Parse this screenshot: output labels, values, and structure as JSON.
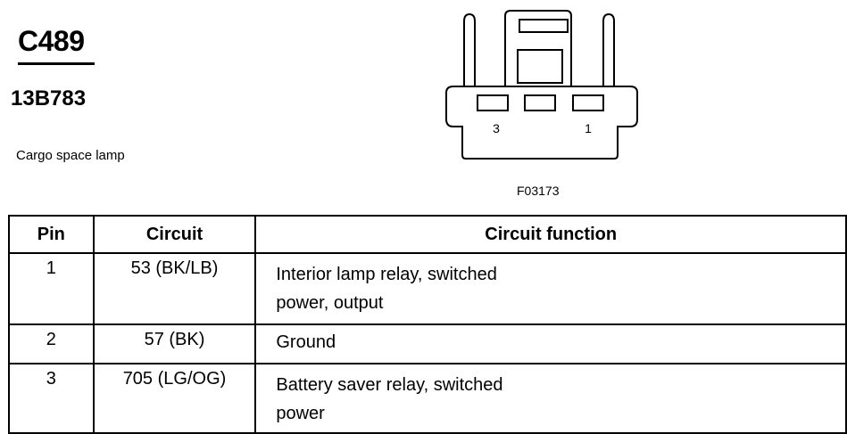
{
  "connector": {
    "id": "C489",
    "part_number": "13B783",
    "description": "Cargo space lamp",
    "figure_code": "F03173",
    "pin_labels": {
      "left": "3",
      "right": "1"
    }
  },
  "table": {
    "headers": {
      "pin": "Pin",
      "circuit": "Circuit",
      "function": "Circuit function"
    },
    "rows": [
      {
        "pin": "1",
        "circuit": "53 (BK/LB)",
        "function_line1": "Interior lamp relay, switched",
        "function_line2": "power, output"
      },
      {
        "pin": "2",
        "circuit": "57 (BK)",
        "function_line1": "Ground",
        "function_line2": ""
      },
      {
        "pin": "3",
        "circuit": "705 (LG/OG)",
        "function_line1": "Battery saver relay, switched",
        "function_line2": "power"
      }
    ]
  }
}
